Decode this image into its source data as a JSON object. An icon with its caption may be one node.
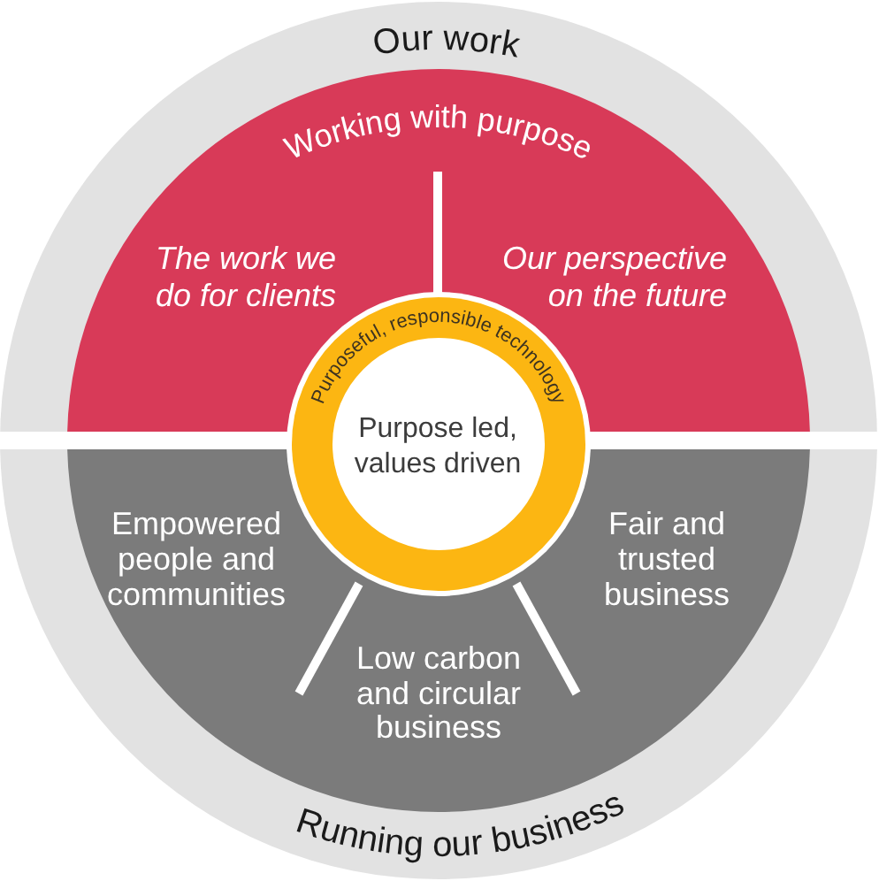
{
  "diagram": {
    "nodes": [
      {
        "text": [
          "Our work",
          "Running our business"
        ]
      },
      {
        "text": [
          "Working with purpose",
          "The work we do for clients",
          "Our perspective on the future"
        ],
        "in": 0
      },
      {
        "text": [
          "Empowered people and communities",
          "Fair and trusted business",
          "Low carbon and circular business"
        ],
        "in": 0
      },
      {
        "text": [
          "Purposeful, responsible technology",
          "Purpose led, values driven"
        ],
        "in": 0
      }
    ]
  }
}
